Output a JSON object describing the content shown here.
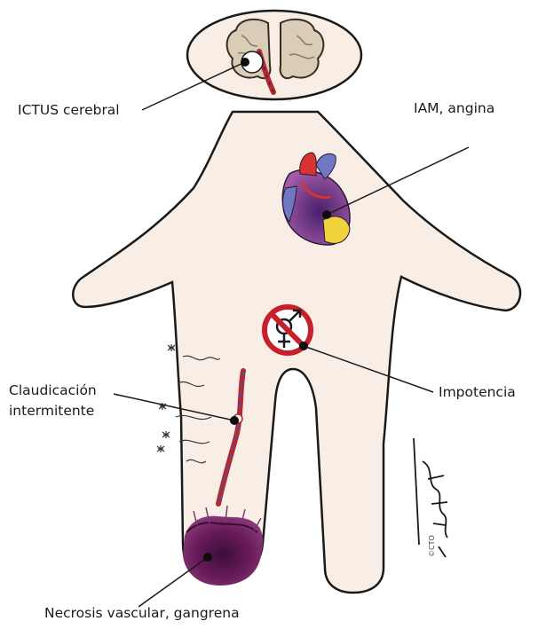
{
  "labels": {
    "stroke": "ICTUS cerebral",
    "heart": "IAM, angina",
    "impotence": "Impotencia",
    "claudication_line1": "Claudicación",
    "claudication_line2": "intermitente",
    "necrosis": "Necrosis vascular, gangrena"
  },
  "copyright": "©CTO",
  "colors": {
    "body_fill": "#f8eee6",
    "outline": "#1a1a1a",
    "no_sign": "#c8202a",
    "necrosis": "#5a1550",
    "heart_red": "#d8332f",
    "heart_blue": "#6f78c2",
    "heart_yellow": "#f1d23a",
    "vessel": "#b32a33"
  },
  "icons": [
    "brain-icon",
    "heart-icon",
    "no-sex-symbol-icon",
    "artery-icon"
  ]
}
